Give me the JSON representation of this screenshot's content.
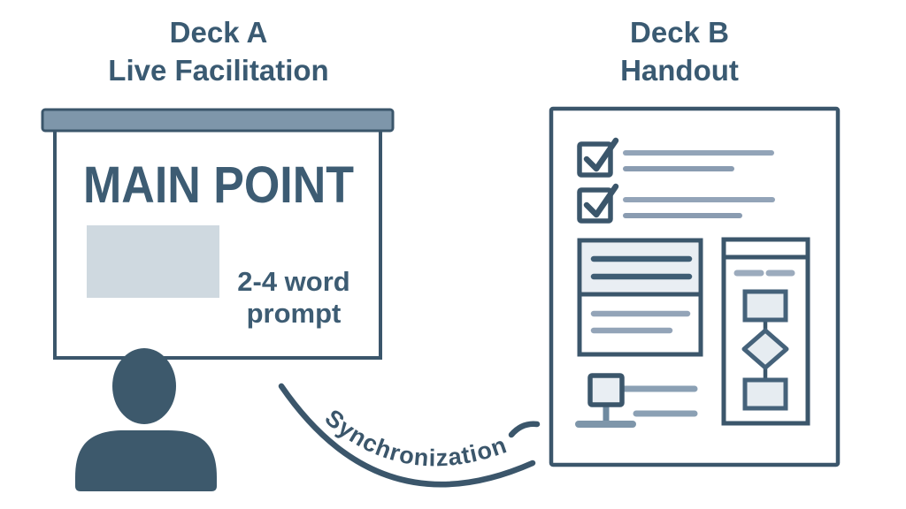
{
  "deck_a": {
    "title_line1": "Deck A",
    "title_line2": "Live Facilitation",
    "screen": {
      "heading": "MAIN POINT",
      "prompt_line1": "2-4 word",
      "prompt_line2": "prompt"
    }
  },
  "deck_b": {
    "title_line1": "Deck B",
    "title_line2": "Handout"
  },
  "connector": {
    "label": "Synchronization"
  },
  "colors": {
    "ink": "#3b566b",
    "text": "#3a5a72",
    "bar_fill": "#7e96aa",
    "panel_fill": "#e9eef3",
    "flow_fill": "#e6ecf1",
    "screen_placeholder": "#cfd9e0",
    "line_light": "#93a4b8",
    "line_medium": "#7e96aa",
    "background": "#ffffff"
  }
}
